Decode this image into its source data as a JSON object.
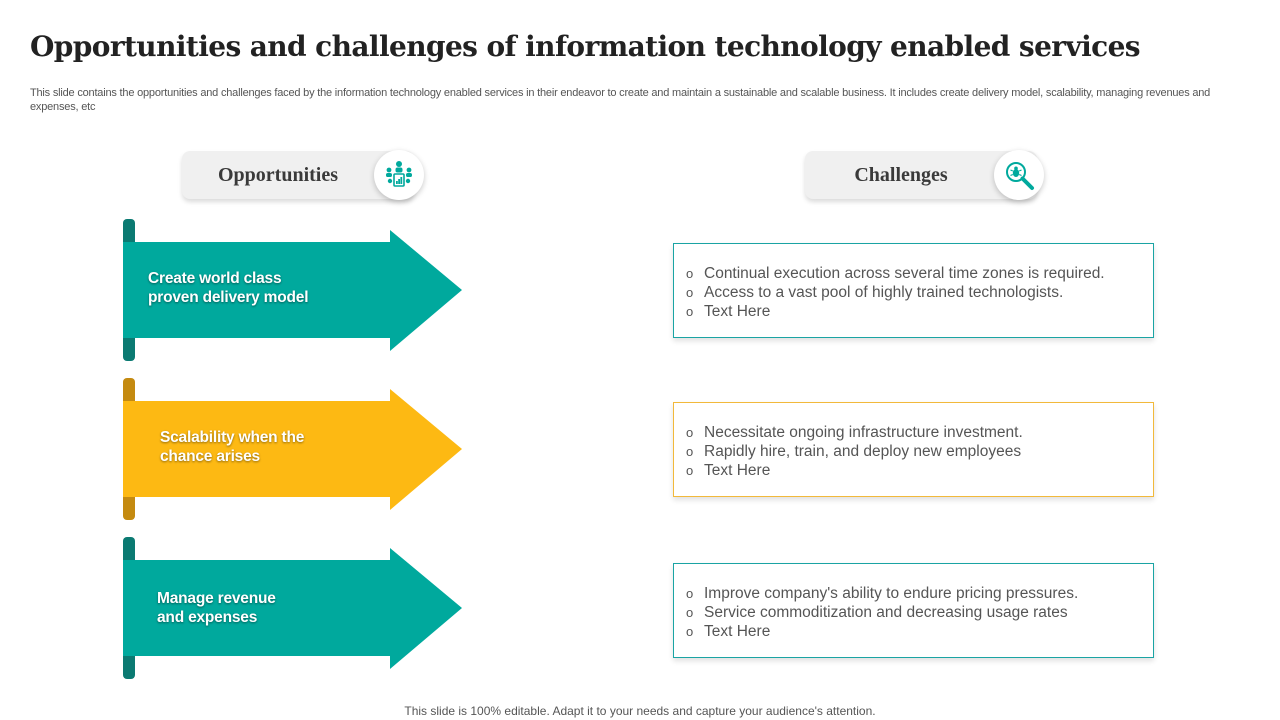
{
  "title": "Opportunities and challenges of information technology enabled services",
  "subtitle": "This slide contains the opportunities and challenges faced by the information technology enabled services in their endeavor to create and maintain a sustainable and scalable business. It includes create delivery model, scalability, managing revenues and expenses, etc",
  "opportunities": {
    "header": "Opportunities",
    "icon": "team-growth-icon",
    "items": [
      {
        "line1": "Create world class",
        "line2": "proven delivery model",
        "color": "#00a99d",
        "tab_color": "#0b7a72"
      },
      {
        "line1": "Scalability  when the",
        "line2": "chance arises",
        "color": "#fdb913",
        "tab_color": "#c48a10"
      },
      {
        "line1": "Manage revenue",
        "line2": "and expenses",
        "color": "#00a99d",
        "tab_color": "#0b7a72"
      }
    ]
  },
  "challenges": {
    "header": "Challenges",
    "icon": "magnifier-bug-icon",
    "boxes": [
      {
        "border_color": "#1aa4a4",
        "items": [
          "Continual execution across several time zones is required.",
          "Access to a vast pool of highly trained technologists.",
          "Text Here"
        ]
      },
      {
        "border_color": "#f2b93b",
        "items": [
          "Necessitate ongoing infrastructure  investment.",
          "Rapidly hire, train, and deploy new employees",
          "Text Here"
        ]
      },
      {
        "border_color": "#1aa4a4",
        "items": [
          "Improve company's ability to endure pricing pressures.",
          "Service commoditization and decreasing usage rates",
          "Text Here"
        ]
      }
    ]
  },
  "footer": "This slide is 100% editable. Adapt it to your needs and capture your audience's attention.",
  "colors": {
    "teal": "#00a99d",
    "yellow": "#fdb913",
    "title": "#222222"
  }
}
